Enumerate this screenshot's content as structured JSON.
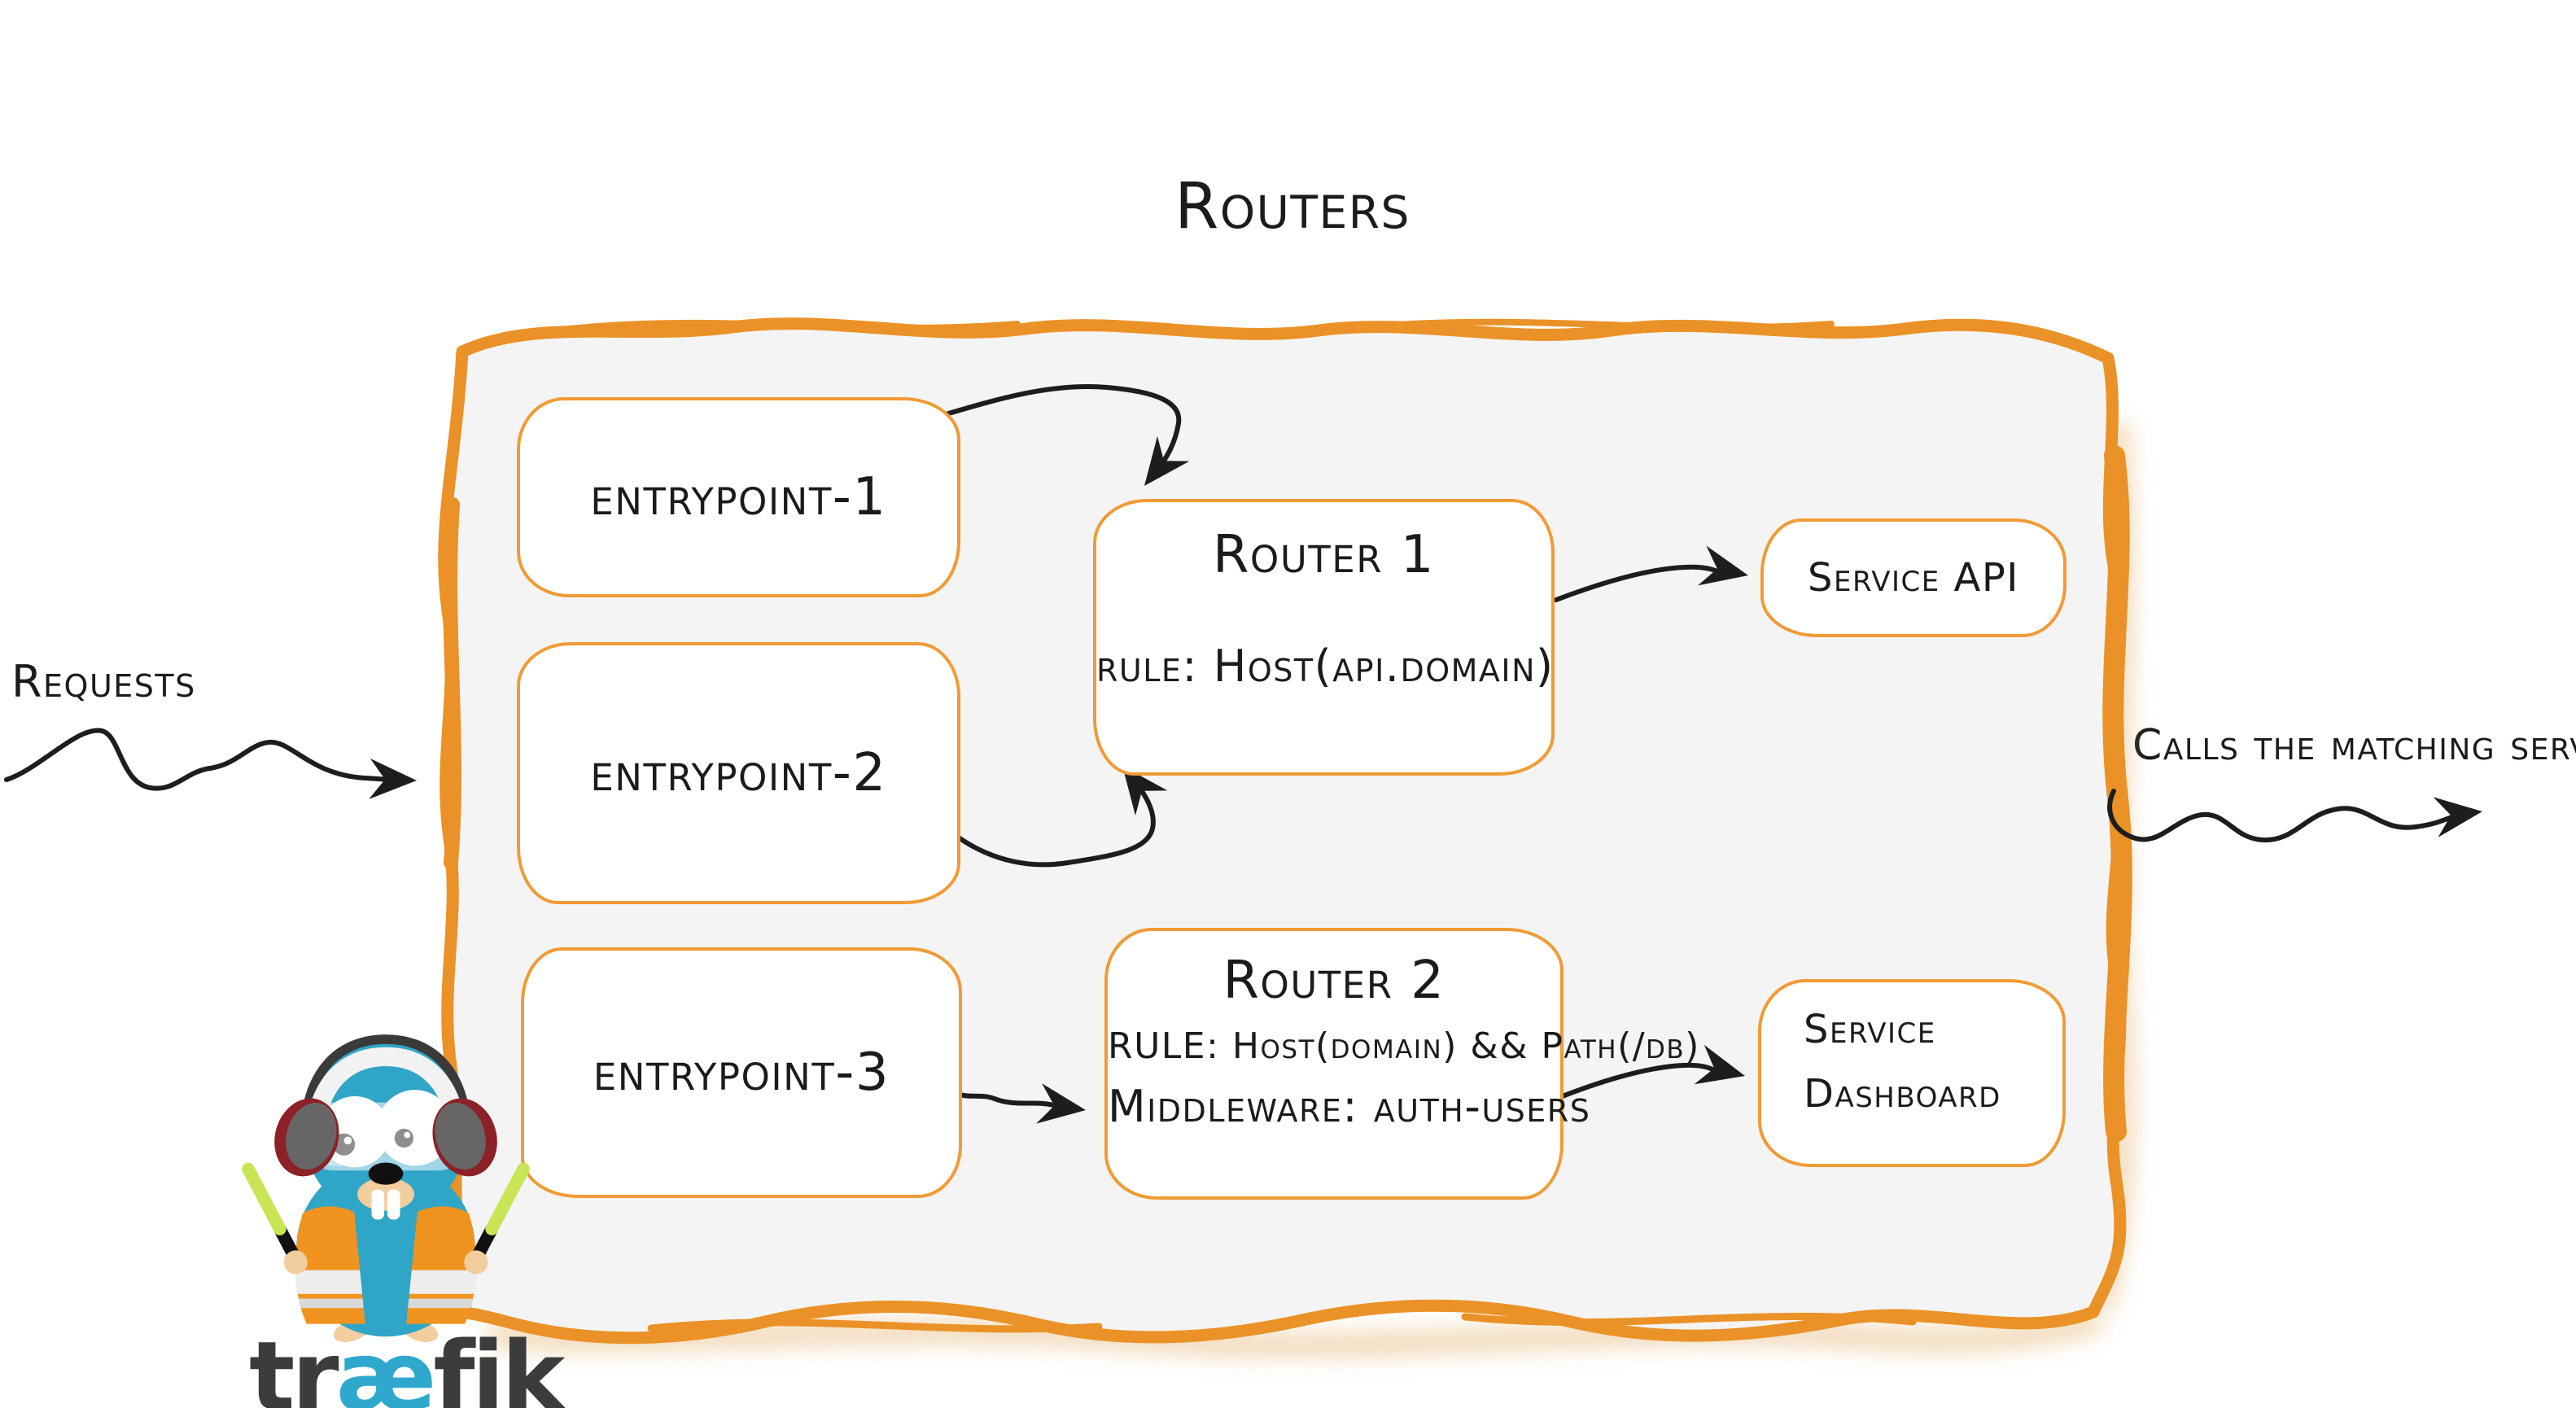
{
  "title": "Routers",
  "annotations": {
    "requests_label": "Requests",
    "calls_label": "Calls the matching server"
  },
  "entrypoints": [
    {
      "label": "entrypoint-1"
    },
    {
      "label": "entrypoint-2"
    },
    {
      "label": "entrypoint-3"
    }
  ],
  "routers": [
    {
      "name": "Router 1",
      "rule": "rule: Host(api.domain)"
    },
    {
      "name": "Router 2",
      "rule": "RULE: Host(domain) && Path(/db)",
      "middleware": "Middleware: auth-users"
    }
  ],
  "services": [
    {
      "label": "Service API"
    },
    {
      "line1": "Service",
      "line2": "Dashboard"
    }
  ],
  "logo": {
    "brand_prefix": "tr",
    "brand_ligature": "æ",
    "brand_suffix": "fik"
  },
  "colors": {
    "frame_orange": "#EA9227",
    "box_border_orange": "#F09B35",
    "panel_gray": "#F4F4F4",
    "ink_black": "#1B1B1B",
    "logo_teal": "#2FA8CE",
    "logo_gray": "#3C3C3C",
    "gopher_body_teal": "#2FA5C7",
    "vest_orange": "#F0941F",
    "baton_green": "#C9E556"
  }
}
